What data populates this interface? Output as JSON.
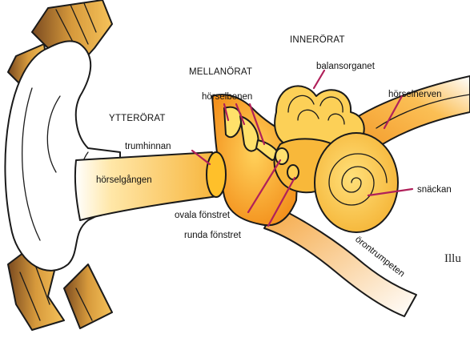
{
  "labels": {
    "outer_ear": "YTTERÖRAT",
    "middle_ear": "MELLANÖRAT",
    "inner_ear": "INNERÖRAT",
    "eardrum": "trumhinnan",
    "ossicles": "hörselbenen",
    "balance_organ": "balansorganet",
    "auditory_nerve": "hörselnerven",
    "ear_canal": "hörselgången",
    "cochlea": "snäckan",
    "oval_window": "ovala fönstret",
    "round_window": "runda fönstret",
    "eustachian_tube": "örontrumpeten"
  },
  "caption": "Illu",
  "colors": {
    "orange_dark": "#f2901e",
    "orange_light": "#ffd24a",
    "yellow": "#f7c83a",
    "hair_brown": "#8a5a2b",
    "pointer": "#b0205a"
  }
}
